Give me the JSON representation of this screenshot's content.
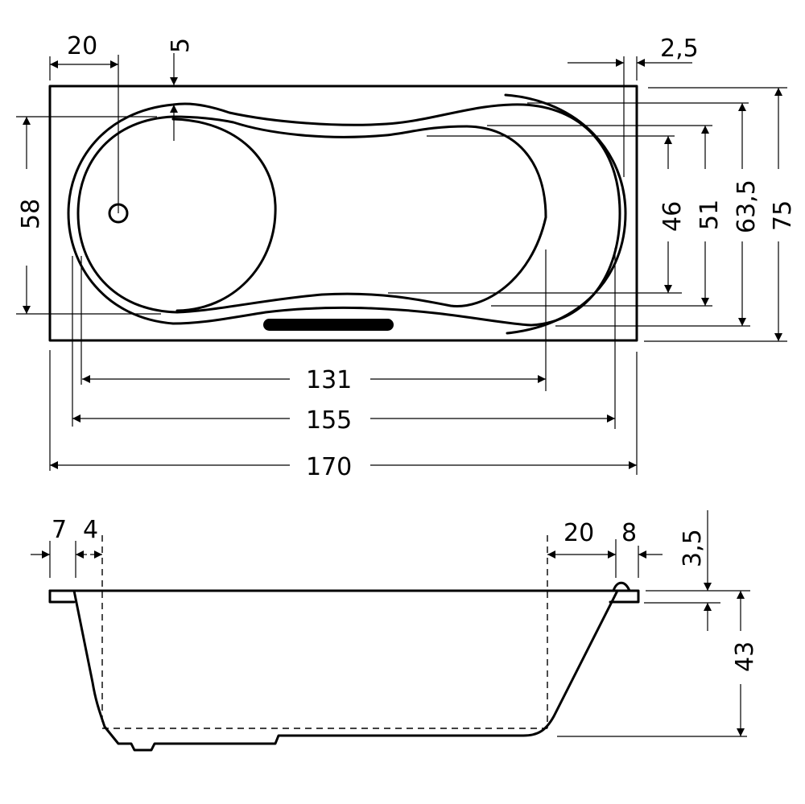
{
  "drawing": {
    "subject": "bathtub technical drawing",
    "line_color": "#000000",
    "background": "#ffffff"
  },
  "top_view": {
    "dims": {
      "left_offset": "20",
      "rim_top": "5",
      "right_offset": "2,5",
      "left_height": "58",
      "h46": "46",
      "h51": "51",
      "h63_5": "63,5",
      "h75": "75",
      "w131": "131",
      "w155": "155",
      "w170": "170"
    }
  },
  "side_view": {
    "dims": {
      "left_rim": "7",
      "left_inner": "4",
      "right_inner": "20",
      "right_rim": "8",
      "rim_thickness": "3,5",
      "depth": "43"
    }
  }
}
